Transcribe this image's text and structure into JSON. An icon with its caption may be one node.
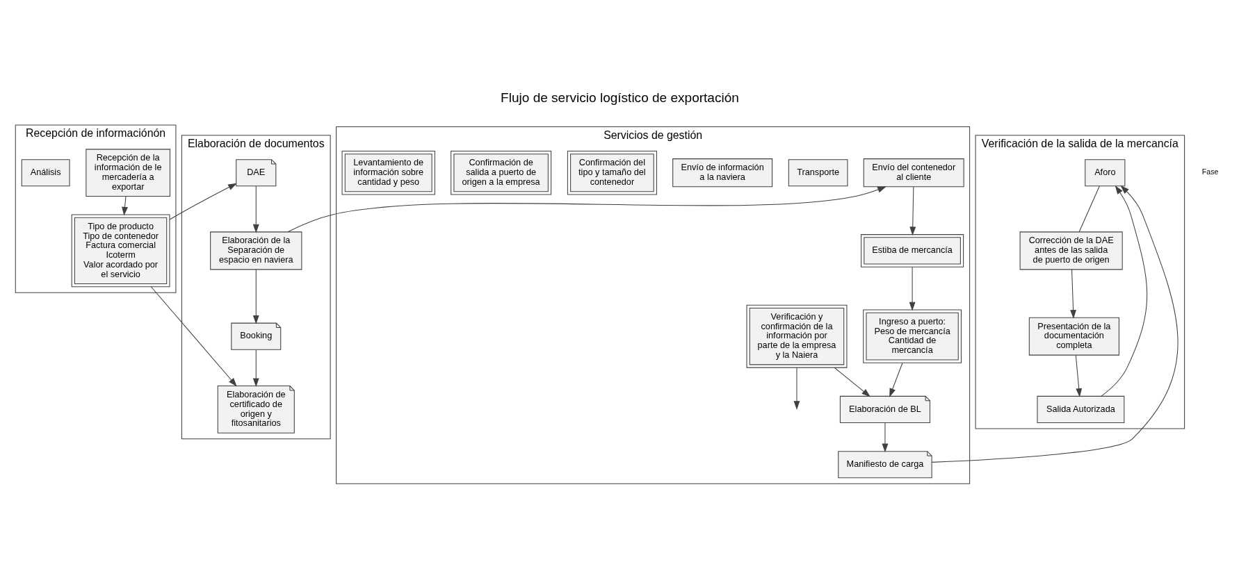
{
  "diagram": {
    "title": "Flujo de servicio logístico de exportación",
    "nodes": [
      {
        "text": [
          "Recepción de informaciónón"
        ]
      },
      {
        "text": [
          "Elaboración de documentos"
        ]
      },
      {
        "text": [
          "Servicios de gestión"
        ]
      },
      {
        "text": [
          "Verificación de la salida de la mercancía"
        ]
      },
      {
        "text": [
          "Recepción de la información de le mercadería a exportar"
        ],
        "in": 0
      },
      {
        "text": [
          "Análisis"
        ],
        "in": 0
      },
      {
        "text": [
          "Tipo de producto",
          "Tipo de contenedor",
          "Factura comercial",
          "Icoterm",
          "Valor acordado por el servicio"
        ],
        "in": 0
      },
      {
        "text": [
          "DAE"
        ],
        "in": 1
      },
      {
        "text": [
          "Elaboración de la Separación de espacio en naviera"
        ],
        "in": 1
      },
      {
        "text": [
          "Booking"
        ],
        "in": 1
      },
      {
        "text": [
          "Elaboración de certificado de origen y fitosanitarios"
        ],
        "in": 1
      },
      {
        "text": [
          "Envío del contenedor al cliente"
        ],
        "in": 2
      },
      {
        "text": [
          "Estiba de mercancía"
        ],
        "in": 2
      },
      {
        "text": [
          "Transporte"
        ],
        "in": 2
      },
      {
        "text": [
          "Ingreso a puerto: Peso de mercancía Cantidad de mercancía"
        ],
        "in": 2
      },
      {
        "text": [
          "Envío de información a la naviera"
        ],
        "in": 2
      },
      {
        "text": [
          "Elaboración de BL"
        ],
        "in": 2
      },
      {
        "text": [
          "Manifiesto de carga"
        ],
        "in": 2
      },
      {
        "text": [
          "Confirmación del tipo y tamaño del contenedor"
        ],
        "in": 2
      },
      {
        "text": [
          "Confirmación de salida a puerto de origen a la empresa"
        ],
        "in": 2
      },
      {
        "text": [
          "Levantamiento de información sobre cantidad y peso"
        ],
        "in": 2
      },
      {
        "text": [
          "Verificación y confirmación de la información por parte de la empresa y la Naiera"
        ],
        "in": 2
      },
      {
        "text": [
          "Aforo"
        ],
        "in": 3
      },
      {
        "text": [
          "Corrección de la DAE antes de las salida de puerto de origen"
        ],
        "in": 3
      },
      {
        "text": [
          "Presentación de la documentación completa"
        ],
        "in": 3
      },
      {
        "text": [
          "Salida Autorizada"
        ],
        "in": 3
      }
    ],
    "edges": [
      {
        "from": 4,
        "to": 6,
        "arrow": "to"
      },
      {
        "from": 6,
        "to": 7,
        "arrow": "to"
      },
      {
        "from": 6,
        "to": 10,
        "arrow": "to"
      },
      {
        "from": 7,
        "to": 8,
        "arrow": "to"
      },
      {
        "from": 8,
        "to": 9,
        "arrow": "to"
      },
      {
        "from": 9,
        "to": 10,
        "arrow": "to"
      },
      {
        "from": 8,
        "to": 11,
        "arrow": "to"
      },
      {
        "from": 11,
        "to": 12,
        "arrow": "to"
      },
      {
        "from": 12,
        "to": 14,
        "arrow": "to"
      },
      {
        "from": 14,
        "to": 16,
        "arrow": "to"
      },
      {
        "from": 21,
        "to": 16,
        "arrow": "to"
      },
      {
        "from": 16,
        "to": 17,
        "arrow": "to"
      },
      {
        "from": 21,
        "to": null,
        "arrow": "to"
      },
      {
        "from": 17,
        "to": 22,
        "arrow": "to"
      },
      {
        "from": 25,
        "to": 22,
        "arrow": "to"
      },
      {
        "from": 22,
        "to": 23,
        "arrow": "none"
      },
      {
        "from": 23,
        "to": 24,
        "arrow": "to"
      },
      {
        "from": 24,
        "to": 25,
        "arrow": "to"
      }
    ],
    "labels": [
      "Fase"
    ]
  }
}
